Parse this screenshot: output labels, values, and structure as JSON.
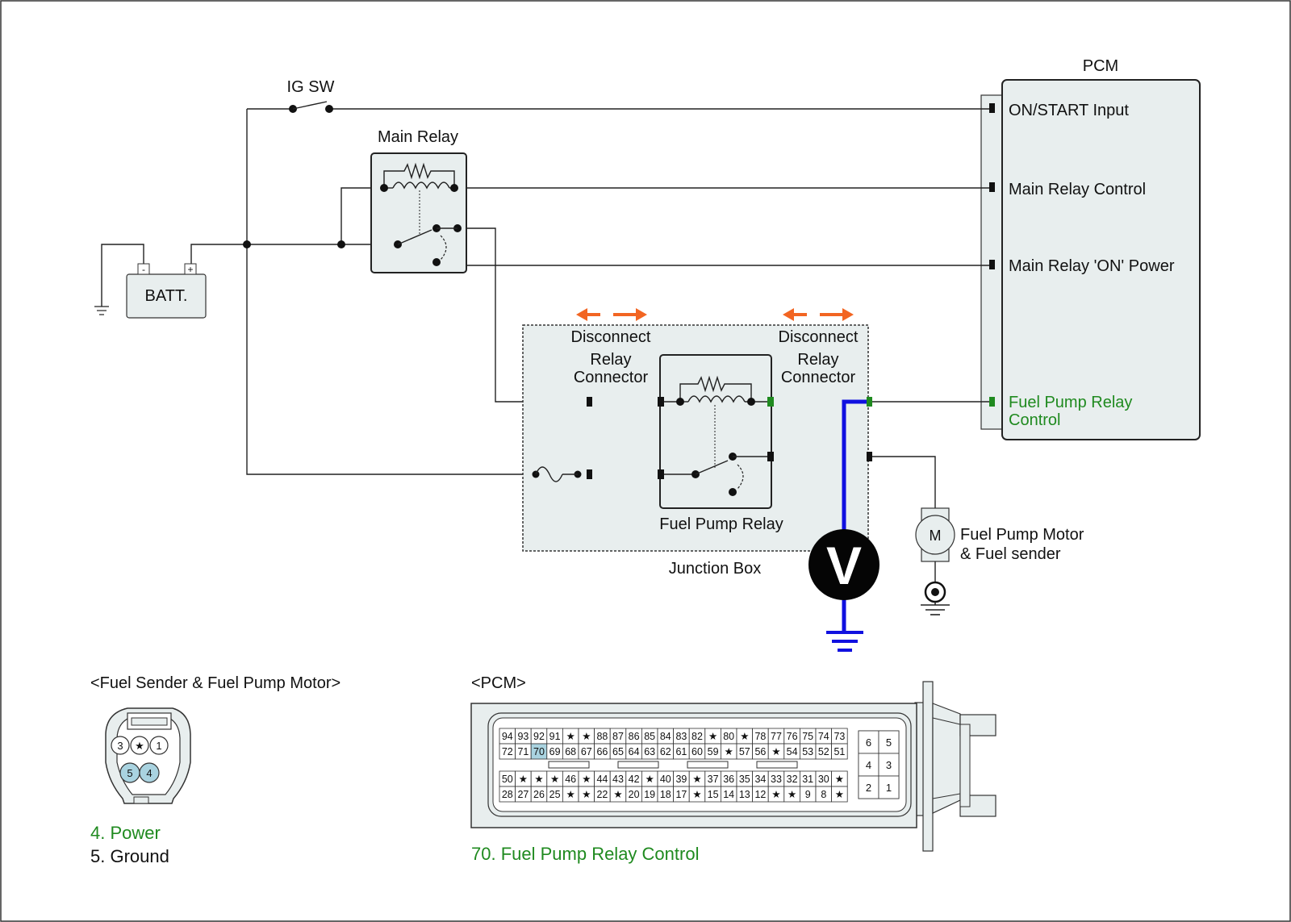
{
  "diagram": {
    "pcm_title": "PCM",
    "pcm_pins": {
      "on_start": "ON/START Input",
      "main_relay_control": "Main Relay Control",
      "main_relay_on_power": "Main Relay 'ON' Power",
      "fuel_pump_relay_control_1": "Fuel Pump Relay",
      "fuel_pump_relay_control_2": "Control"
    },
    "ig_sw": "IG SW",
    "main_relay": "Main Relay",
    "battery": "BATT.",
    "battery_neg": "-",
    "battery_pos": "+",
    "junction_box": "Junction Box",
    "disconnect_left": [
      "Disconnect",
      "Relay",
      "Connector"
    ],
    "disconnect_right": [
      "Disconnect",
      "Relay",
      "Connector"
    ],
    "fuel_pump_relay": "Fuel Pump Relay",
    "voltmeter": "V",
    "motor": "M",
    "motor_label_1": "Fuel Pump Motor",
    "motor_label_2": "& Fuel sender",
    "colors": {
      "highlight_green": "#1f8a1f",
      "voltmeter_wire": "#1010e0",
      "arrow_orange": "#f26522",
      "box_fill": "#e8eeee",
      "pin_highlight": "#a9d3e0"
    }
  },
  "fuel_sender_connector": {
    "title": "<Fuel Sender & Fuel Pump Motor>",
    "pins_top": [
      "3",
      "★",
      "1"
    ],
    "pins_bottom": [
      "5",
      "4"
    ],
    "legend_power": "4. Power",
    "legend_ground": "5. Ground"
  },
  "pcm_connector": {
    "title": "<PCM>",
    "rows": [
      [
        "94",
        "93",
        "92",
        "91",
        "★",
        "★",
        "88",
        "87",
        "86",
        "85",
        "84",
        "83",
        "82",
        "★",
        "80",
        "★",
        "78",
        "77",
        "76",
        "75",
        "74",
        "73"
      ],
      [
        "72",
        "71",
        "70",
        "69",
        "68",
        "67",
        "66",
        "65",
        "64",
        "63",
        "62",
        "61",
        "60",
        "59",
        "★",
        "57",
        "56",
        "★",
        "54",
        "53",
        "52",
        "51"
      ],
      [
        "50",
        "★",
        "★",
        "★",
        "46",
        "★",
        "44",
        "43",
        "42",
        "★",
        "40",
        "39",
        "★",
        "37",
        "36",
        "35",
        "34",
        "33",
        "32",
        "31",
        "30",
        "★"
      ],
      [
        "28",
        "27",
        "26",
        "25",
        "★",
        "★",
        "22",
        "★",
        "20",
        "19",
        "18",
        "17",
        "★",
        "15",
        "14",
        "13",
        "12",
        "★",
        "★",
        "9",
        "8",
        "★"
      ]
    ],
    "highlight_pin": "70",
    "side_rows": [
      [
        "6",
        "5"
      ],
      [
        "4",
        "3"
      ],
      [
        "2",
        "1"
      ]
    ],
    "legend": "70. Fuel Pump Relay Control"
  }
}
